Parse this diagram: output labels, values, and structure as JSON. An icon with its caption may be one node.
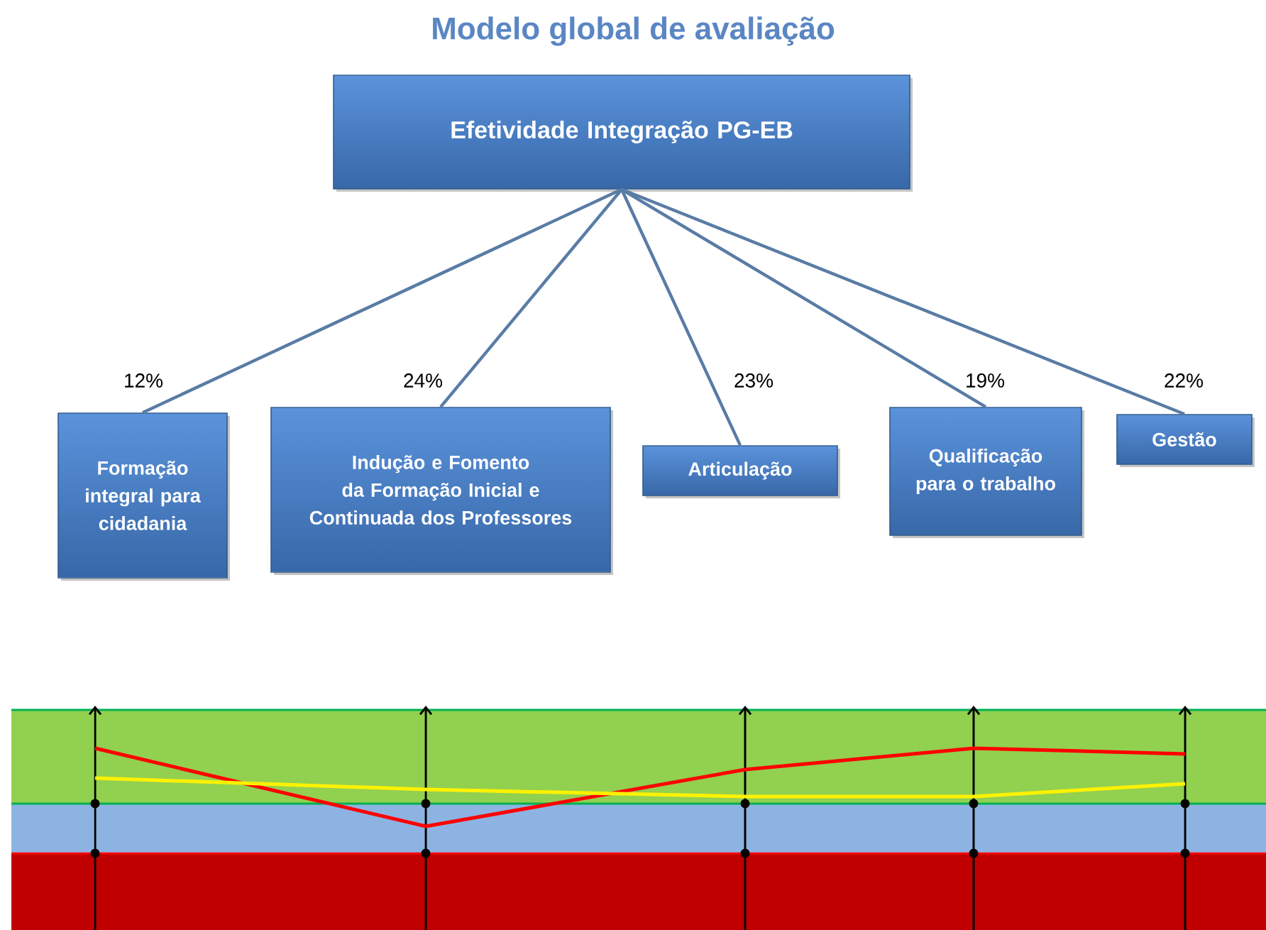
{
  "diagram": {
    "title": "Modelo global de avaliação",
    "nodes": [
      {
        "text": [
          "Efetividade Integração PG-EB"
        ]
      },
      {
        "text": [
          "Formação integral para cidadania"
        ],
        "beside": [
          "12%"
        ]
      },
      {
        "text": [
          "Indução e Fomento da Formação Inicial e Continuada dos Professores"
        ],
        "beside": [
          "24%"
        ]
      },
      {
        "text": [
          "Articulação"
        ],
        "beside": [
          "23%"
        ]
      },
      {
        "text": [
          "Qualificação para o trabalho"
        ],
        "beside": [
          "19%"
        ]
      },
      {
        "text": [
          "Gestão"
        ],
        "beside": [
          "22%"
        ]
      }
    ],
    "edges": [
      {
        "from": 0,
        "to": 1,
        "arrow": "none"
      },
      {
        "from": 0,
        "to": 2,
        "arrow": "none"
      },
      {
        "from": 0,
        "to": 3,
        "arrow": "none"
      },
      {
        "from": 0,
        "to": 4,
        "arrow": "none"
      },
      {
        "from": 0,
        "to": 5,
        "arrow": "none"
      }
    ]
  }
}
